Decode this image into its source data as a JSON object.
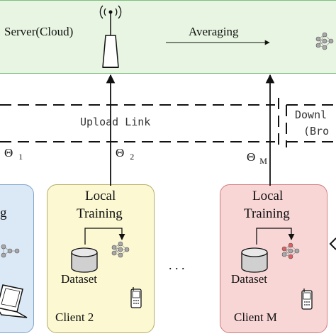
{
  "server": {
    "label": "Server(Cloud)",
    "averaging_label": "Averaging",
    "fill": "#e8f5e2",
    "border": "#7fbf7f"
  },
  "links": {
    "upload": "Upload Link",
    "download_line1": "Downl",
    "download_line2": "(Bro"
  },
  "params": [
    {
      "symbol": "Θ",
      "sub": "1"
    },
    {
      "symbol": "Θ",
      "sub": "2"
    },
    {
      "symbol": "Θ",
      "sub": "M"
    }
  ],
  "clients": [
    {
      "name": "Client 2",
      "title_line1": "Local",
      "title_line2": "Training",
      "dataset": "Dataset",
      "fill": "#fbf8d2",
      "border": "#b5ad66"
    },
    {
      "name": "Client M",
      "title_line1": "Local",
      "title_line2": "Training",
      "dataset": "Dataset",
      "fill": "#f9d6d6",
      "border": "#d07b7b"
    }
  ],
  "client1": {
    "partial_label": "g",
    "fill": "#dbe8f6",
    "border": "#7fa3cc"
  },
  "ellipsis": ". . .",
  "colors": {
    "line": "#111111",
    "nn_red": "#e06060",
    "nn_gray": "#a8a8a8"
  }
}
